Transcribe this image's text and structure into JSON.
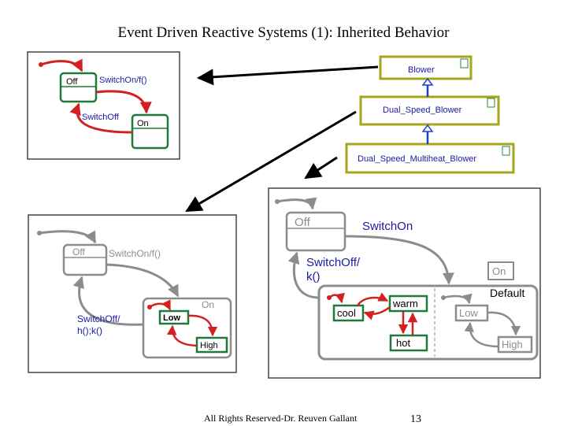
{
  "slide": {
    "title": "Event Driven Reactive Systems (1): Inherited Behavior",
    "footer": "All Rights Reserved-Dr. Reuven Gallant",
    "page_number": "13"
  },
  "colors": {
    "green_state": "#1f7a3a",
    "gray_state": "#8c8c8c",
    "red_arrow": "#d42020",
    "class_border": "#a6a61e",
    "inherit_arrow": "#1f3fd0",
    "dark_blue_text": "#1a1aa0"
  },
  "class_hierarchy": {
    "classes": [
      "Blower",
      "Dual_Speed_Blower",
      "Dual_Speed_Multiheat_Blower"
    ]
  },
  "diagram1": {
    "state_off": "Off",
    "state_on": "On",
    "label_switch_on": "SwitchOn/f()",
    "label_switch_off": "SwitchOff"
  },
  "diagram2": {
    "state_off": "Off",
    "state_on": "On",
    "state_low": "Low",
    "state_high": "High",
    "label_switch_on": "SwitchOn/f()",
    "label_switch_off_line1": "SwitchOff/",
    "label_switch_off_line2": "h();k()"
  },
  "diagram3": {
    "state_off": "Off",
    "state_on": "On",
    "label_switch_on": "SwitchOn",
    "label_switch_off_line1": "SwitchOff/",
    "label_switch_off_line2": "k()",
    "label_default": "Default",
    "state_cool": "cool",
    "state_warm": "warm",
    "state_hot": "hot",
    "state_low": "Low",
    "state_high": "High"
  }
}
